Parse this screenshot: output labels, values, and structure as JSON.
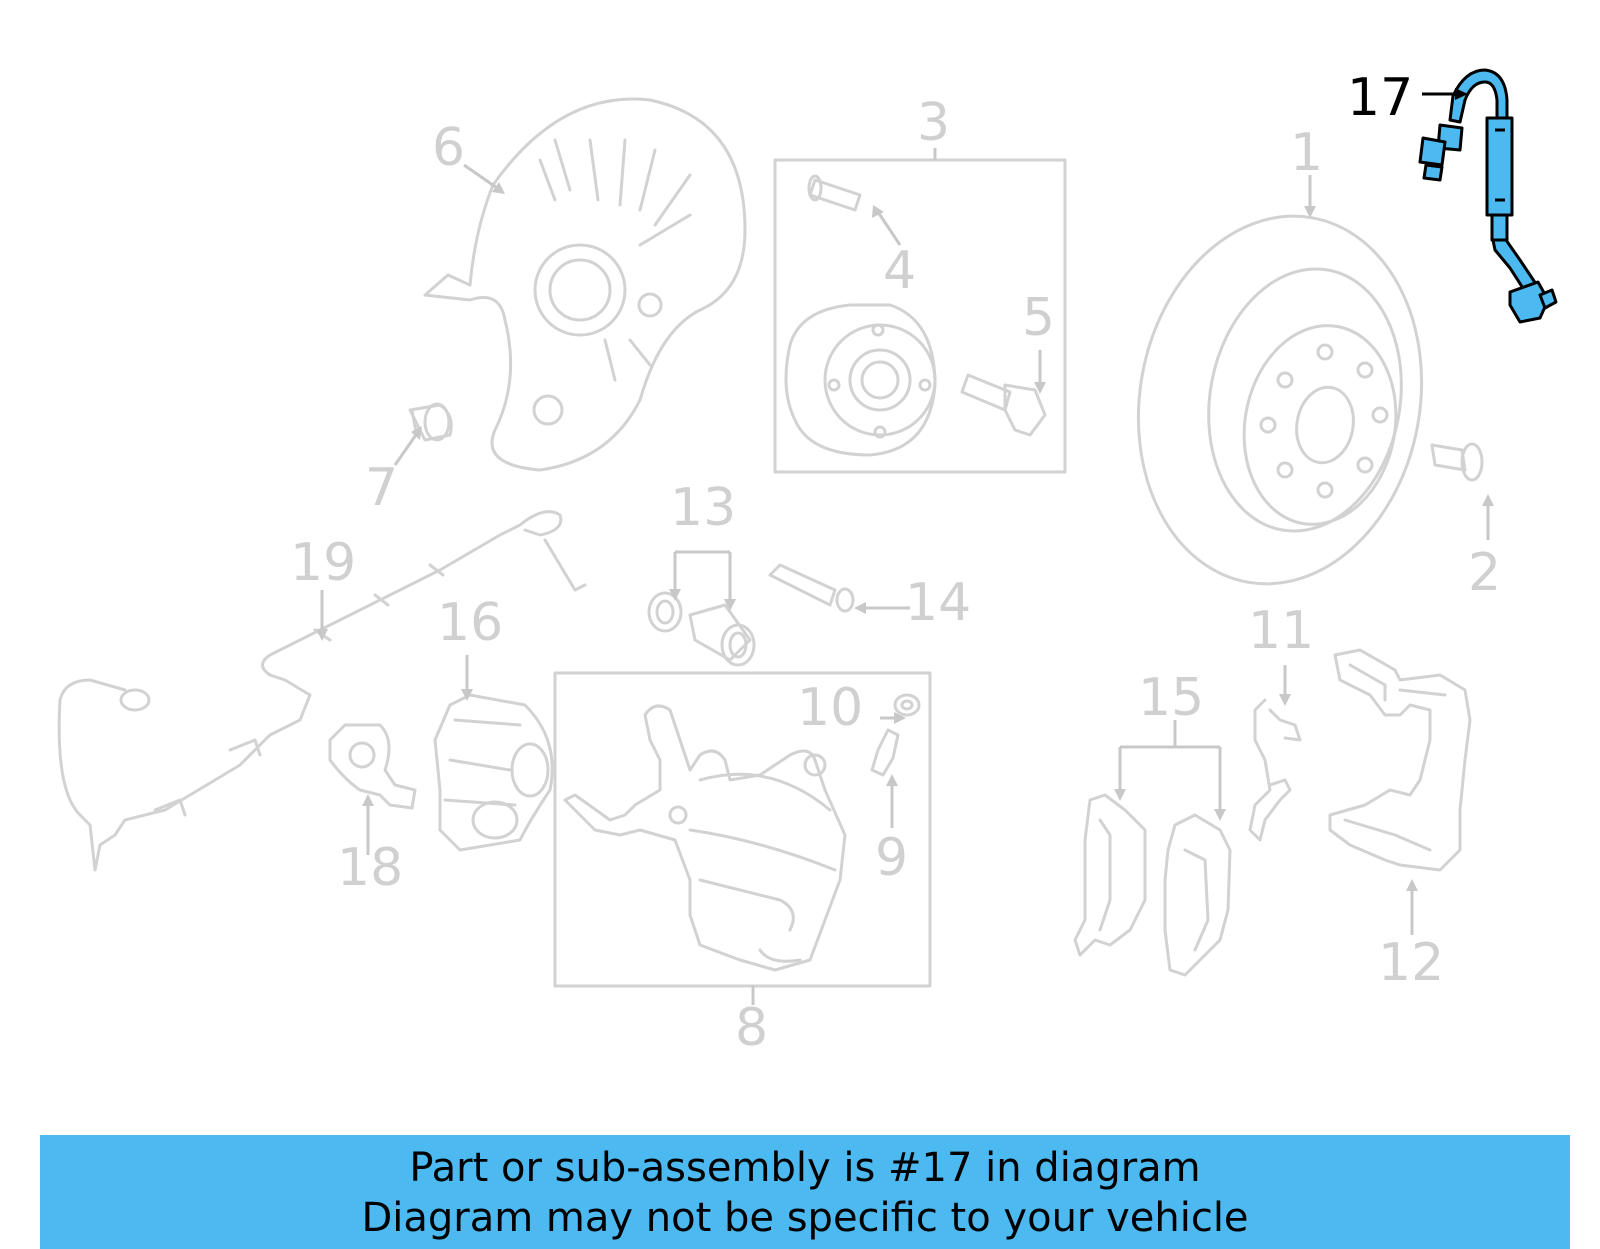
{
  "diagram": {
    "highlight_color": "#4cb9f0",
    "callout_color": "#d0d0d0",
    "callouts": [
      {
        "id": "1",
        "label": "1"
      },
      {
        "id": "2",
        "label": "2"
      },
      {
        "id": "3",
        "label": "3"
      },
      {
        "id": "4",
        "label": "4"
      },
      {
        "id": "5",
        "label": "5"
      },
      {
        "id": "6",
        "label": "6"
      },
      {
        "id": "7",
        "label": "7"
      },
      {
        "id": "8",
        "label": "8"
      },
      {
        "id": "9",
        "label": "9"
      },
      {
        "id": "10",
        "label": "10"
      },
      {
        "id": "11",
        "label": "11"
      },
      {
        "id": "12",
        "label": "12"
      },
      {
        "id": "13",
        "label": "13"
      },
      {
        "id": "14",
        "label": "14"
      },
      {
        "id": "15",
        "label": "15"
      },
      {
        "id": "16",
        "label": "16"
      },
      {
        "id": "17",
        "label": "17"
      },
      {
        "id": "18",
        "label": "18"
      },
      {
        "id": "19",
        "label": "19"
      }
    ],
    "highlighted_part": "17"
  },
  "banner": {
    "line1": "Part or sub-assembly is #17 in diagram",
    "line2": "Diagram may not be specific to your vehicle",
    "background": "#4cb9f0"
  }
}
